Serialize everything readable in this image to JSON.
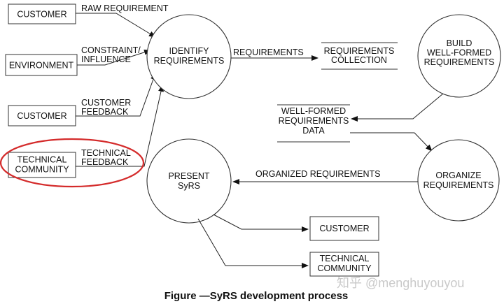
{
  "diagram": {
    "nodes": {
      "customer_top": "CUSTOMER",
      "environment": "ENVIRONMENT",
      "customer_mid": "CUSTOMER",
      "technical_community_left": [
        "TECHNICAL",
        "COMMUNITY"
      ],
      "identify_requirements": [
        "IDENTIFY",
        "REQUIREMENTS"
      ],
      "requirements_collection": [
        "REQUIREMENTS",
        "COLLECTION"
      ],
      "build_well_formed": [
        "BUILD",
        "WELL-FORMED",
        "REQUIREMENTS"
      ],
      "well_formed_data": [
        "WELL-FORMED",
        "REQUIREMENTS",
        "DATA"
      ],
      "organize_requirements": [
        "ORGANIZE",
        "REQUIREMENTS"
      ],
      "present_syrs": [
        "PRESENT",
        "SyRS"
      ],
      "customer_bottom": "CUSTOMER",
      "technical_community_bottom": [
        "TECHNICAL",
        "COMMUNITY"
      ]
    },
    "flows": {
      "raw_requirement": "RAW REQUIREMENT",
      "constraint_influence": [
        "CONSTRAINT/",
        "INFLUENCE"
      ],
      "customer_feedback": [
        "CUSTOMER",
        "FEEDBACK"
      ],
      "technical_feedback": [
        "TECHNICAL",
        "FEEDBACK"
      ],
      "requirements": "REQUIREMENTS",
      "organized_requirements": "ORGANIZED REQUIREMENTS"
    }
  },
  "caption": "Figure —SyRS development process",
  "watermark": "知乎 @menghuyouyou",
  "colors": {
    "highlight": "#d42b2b",
    "line": "#222222"
  }
}
